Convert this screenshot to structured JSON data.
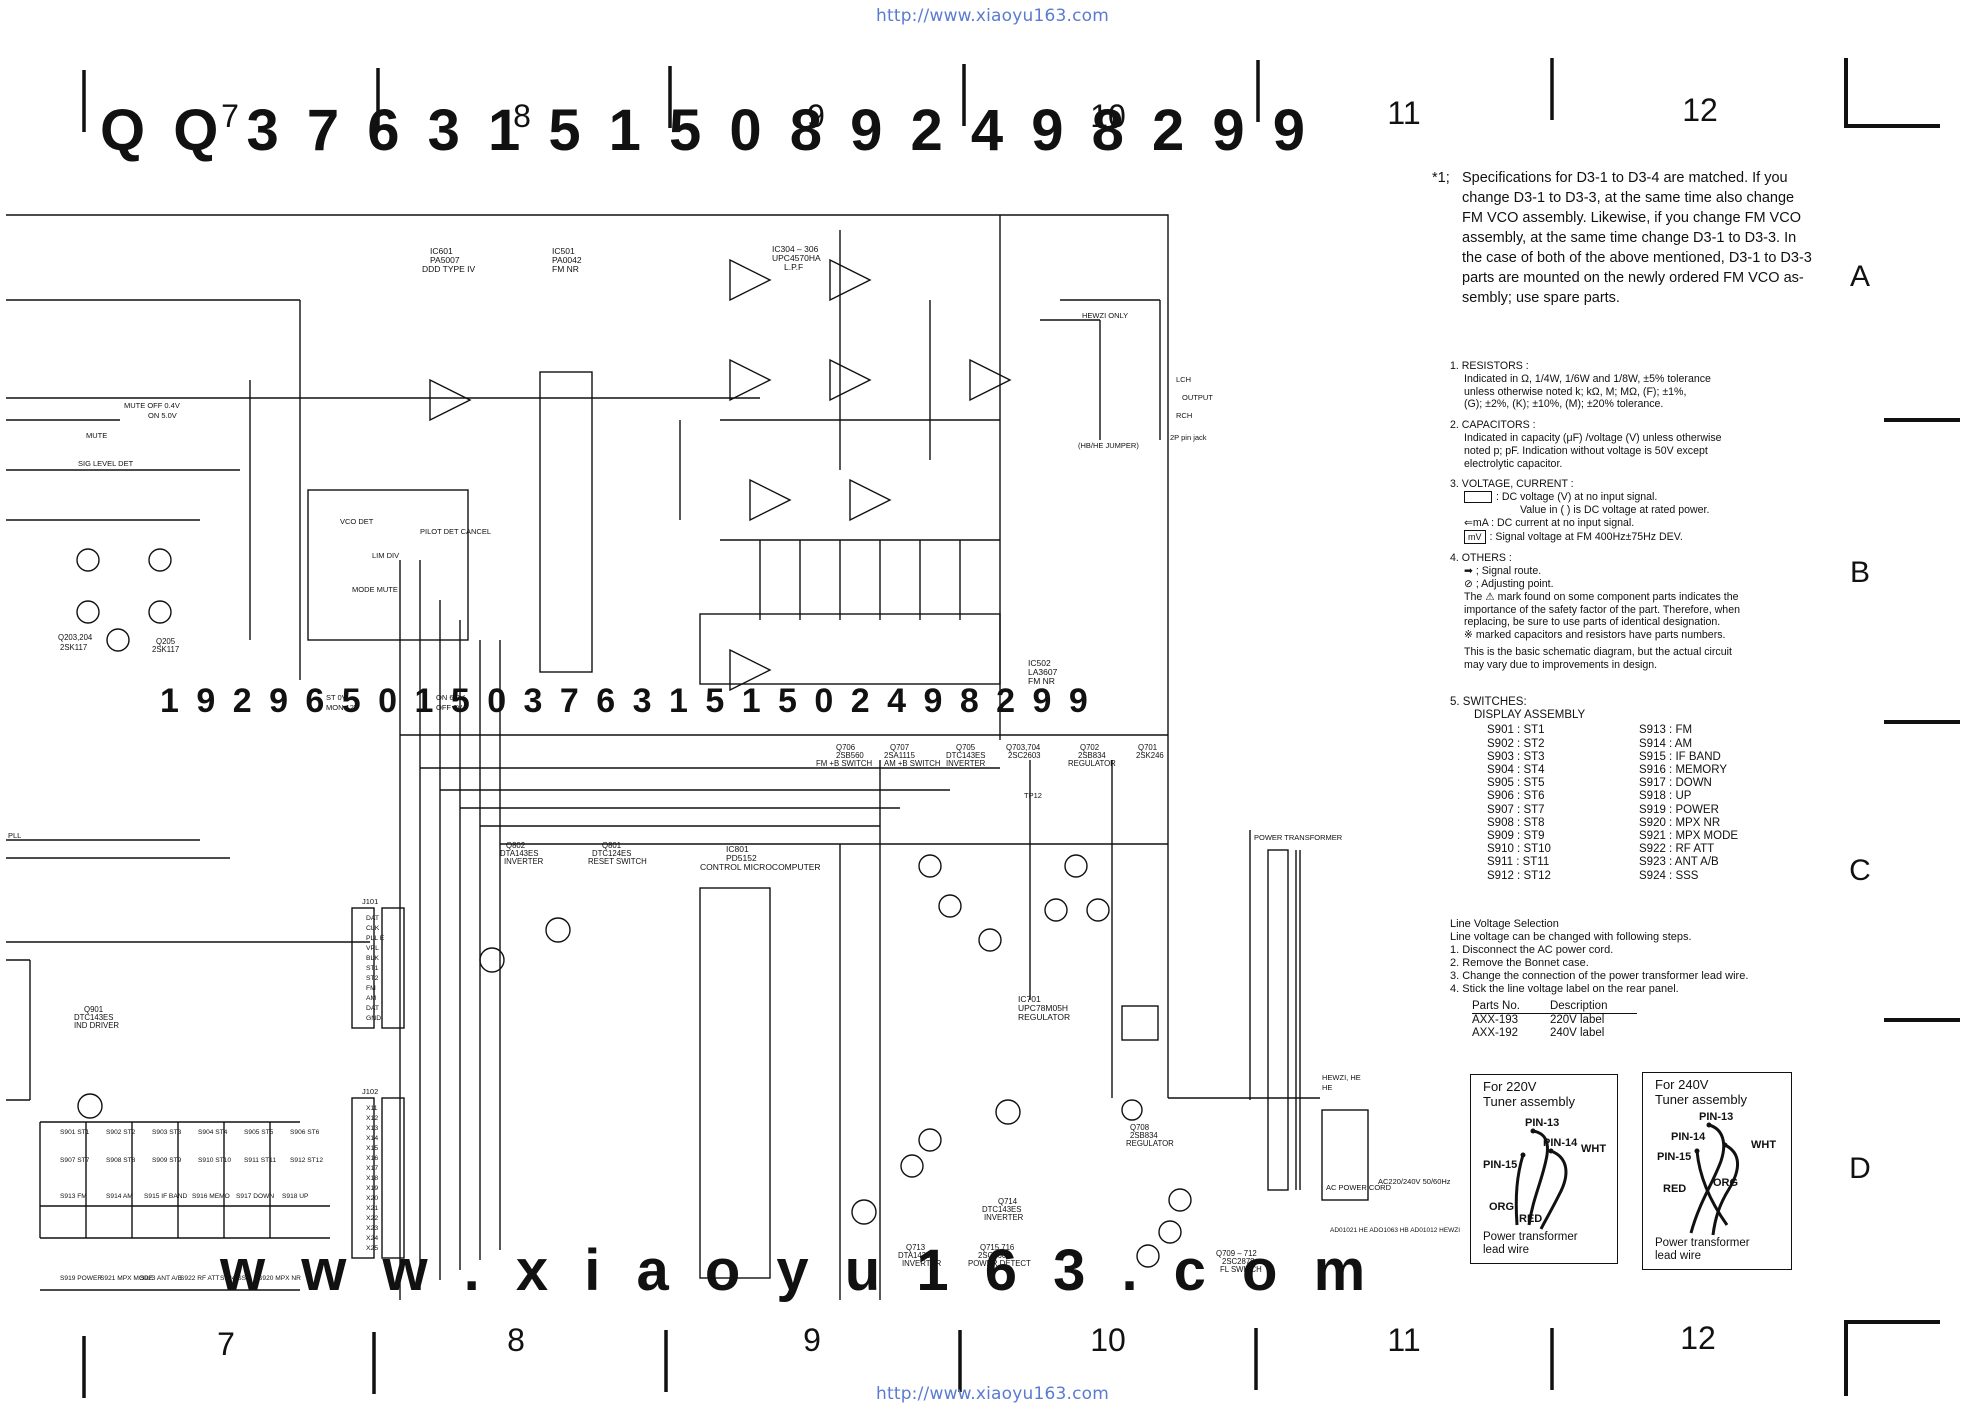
{
  "header": {
    "url_top": "http://www.xiaoyu163.com",
    "url_bottom": "http://www.xiaoyu163.com"
  },
  "grid": {
    "columns": [
      "7",
      "8",
      "9",
      "10",
      "11",
      "12"
    ],
    "rows": [
      "A",
      "B",
      "C",
      "D"
    ]
  },
  "watermark": {
    "top": "Q Q 3 7 6 3 1 5 1 5 0   8 9 2 4 9 8 2 9 9",
    "middle": "1 9 2 9 6 5 0 1 5 0   3 7 6 3 1 5 1 5 0   2 4 9 8 2 9 9",
    "bottom": "w w w . x i a o y u 1 6 3 . c o m"
  },
  "note_d3": {
    "marker": "*1;",
    "lines": [
      "Specifications for D3-1 to D3-4 are matched. If you",
      "change D3-1 to D3-3, at the same time also change",
      "FM VCO assembly. Likewise, if you change FM VCO",
      "assembly, at the same time change D3-1 to D3-3. In",
      "the case of both of the above mentioned, D3-1 to D3-3",
      "parts are mounted on the newly ordered FM VCO as-",
      "sembly; use spare parts."
    ]
  },
  "legend": {
    "resistors_title": "1. RESISTORS :",
    "resistors_lines": [
      "Indicated in Ω, 1/4W, 1/6W and 1/8W, ±5% tolerance",
      "unless otherwise noted k; kΩ, M; MΩ, (F); ±1%,",
      "(G); ±2%, (K); ±10%, (M); ±20% tolerance."
    ],
    "capacitors_title": "2. CAPACITORS :",
    "capacitors_lines": [
      "Indicated in capacity (μF) /voltage (V) unless otherwise",
      "noted p; pF. Indication without voltage is 50V except",
      "electrolytic capacitor."
    ],
    "voltage_title": "3. VOLTAGE, CURRENT :",
    "voltage_lines": [
      ": DC voltage (V) at no input signal.",
      "Value in ( ) is DC voltage at rated power.",
      "⇐mA : DC current at no input signal.",
      "mV",
      ": Signal voltage at FM 400Hz±75Hz DEV."
    ],
    "others_title": "4. OTHERS :",
    "others_lines": [
      "➡ ; Signal route.",
      "⊘ ; Adjusting point.",
      "The ⚠ mark found on some component parts indicates the",
      "importance of the safety factor of the part. Therefore, when",
      "replacing, be sure to use parts of identical designation.",
      "※ marked capacitors and resistors have parts numbers.",
      "This is the basic schematic diagram, but the actual circuit",
      "may vary due to improvements in design."
    ]
  },
  "switches": {
    "title": "5. SWITCHES:",
    "subtitle": "DISPLAY ASSEMBLY",
    "left": [
      "S901 : ST1",
      "S902 : ST2",
      "S903 : ST3",
      "S904 : ST4",
      "S905 : ST5",
      "S906 : ST6",
      "S907 : ST7",
      "S908 : ST8",
      "S909 : ST9",
      "S910 : ST10",
      "S911 : ST11",
      "S912 : ST12"
    ],
    "right": [
      "S913 : FM",
      "S914 : AM",
      "S915 : IF BAND",
      "S916 : MEMORY",
      "S917 : DOWN",
      "S918 : UP",
      "S919 : POWER",
      "S920 : MPX NR",
      "S921 : MPX MODE",
      "S922 : RF ATT",
      "S923 : ANT A/B",
      "S924 : SSS"
    ]
  },
  "line_voltage": {
    "title": "Line Voltage Selection",
    "intro": "Line voltage can be changed with following steps.",
    "steps": [
      "1.  Disconnect the AC power cord.",
      "2.  Remove the Bonnet case.",
      "3.  Change the connection of the power transformer lead wire.",
      "4.  Stick the line voltage label on the rear panel."
    ],
    "table_headers": [
      "Parts No.",
      "Description"
    ],
    "table_rows": [
      [
        "AXX-193",
        "220V label"
      ],
      [
        "AXX-192",
        "240V label"
      ]
    ]
  },
  "tuner_220": {
    "title_1": "For 220V",
    "title_2": "Tuner assembly",
    "pin13": "PIN-13",
    "pin14": "PIN-14",
    "pin15": "PIN-15",
    "wht": "WHT",
    "org": "ORG",
    "red": "RED",
    "footer_1": "Power transformer",
    "footer_2": "lead wire"
  },
  "tuner_240": {
    "title_1": "For 240V",
    "title_2": "Tuner assembly",
    "pin13": "PIN-13",
    "pin14": "PIN-14",
    "pin15": "PIN-15",
    "wht": "WHT",
    "org": "ORG",
    "red": "RED",
    "footer_1": "Power transformer",
    "footer_2": "lead wire"
  },
  "schematic": {
    "ics": [
      {
        "ref": "IC601",
        "part": "PA5007",
        "desc": "DDD TYPE IV"
      },
      {
        "ref": "IC501",
        "part": "PA0042",
        "desc": "FM NR"
      },
      {
        "ref": "IC304 – 306",
        "part": "UPC4570HA",
        "desc": "L.P.F"
      },
      {
        "ref": "IC801",
        "part": "PD5152",
        "desc": "CONTROL MICROCOMPUTER"
      },
      {
        "ref": "IC502",
        "part": "LA3607",
        "desc": "FM NR"
      },
      {
        "ref": "IC701",
        "part": "UPC78M05H",
        "desc": "REGULATOR"
      }
    ],
    "transistors": [
      {
        "ref": "Q706",
        "part": "2SB560",
        "desc": "FM +B SWITCH"
      },
      {
        "ref": "Q707",
        "part": "2SA1115",
        "desc": "AM +B SWITCH"
      },
      {
        "ref": "Q705",
        "part": "DTC143ES",
        "desc": "INVERTER"
      },
      {
        "ref": "Q703,704",
        "part": "2SC2603",
        "desc": "REGULATOR"
      },
      {
        "ref": "Q702",
        "part": "2SB834",
        "desc": ""
      },
      {
        "ref": "Q701",
        "part": "2SK246",
        "desc": ""
      },
      {
        "ref": "Q802",
        "part": "DTA143ES",
        "desc": "INVERTER"
      },
      {
        "ref": "Q801",
        "part": "DTC124ES",
        "desc": "RESET SWITCH"
      },
      {
        "ref": "Q901",
        "part": "DTC143ES",
        "desc": "IND DRIVER"
      },
      {
        "ref": "Q203,204",
        "part": "2SK117",
        "desc": ""
      },
      {
        "ref": "Q205",
        "part": "2SK117",
        "desc": ""
      },
      {
        "ref": "Q713",
        "part": "DTA143ES",
        "desc": "INVERTER"
      },
      {
        "ref": "Q715,716",
        "part": "2SC2603",
        "desc": "POWER DETECT"
      },
      {
        "ref": "Q714",
        "part": "DTC143ES",
        "desc": "INVERTER"
      },
      {
        "ref": "Q708",
        "part": "2SB834",
        "desc": "REGULATOR"
      },
      {
        "ref": "Q709 – 712",
        "part": "2SC2878",
        "desc": "FL SWITCH"
      }
    ],
    "labels": {
      "hewzi_only": "HEWZI ONLY",
      "hewzi_jumper": "(HB/HE JUMPER)",
      "output": "OUTPUT",
      "pin_jack": "2P pin jack",
      "lch": "LCH",
      "rch": "RCH",
      "power_transformer": "POWER TRANSFORMER",
      "ac_cord": "AC POWER CORD",
      "ac_spec": "AC220/240V 50/60Hz",
      "hewzi_he": "HEWZI, HE",
      "he": "HE",
      "j101": "J101",
      "j102": "J102",
      "st_ov": "ST  0V",
      "mon_12v": "MON  12V",
      "on_6v": "ON  6.0V",
      "off_0v": "OFF  0V",
      "mute_off": "MUTE OFF  0.4V",
      "mute_on": "ON  5.0V",
      "sig_level": "SIG LEVEL DET",
      "mute": "MUTE",
      "mode": "MODE MUTE",
      "vco_det": "VCO DET",
      "pilot_det": "PILOT DET CANCEL",
      "lim_div": "LIM DIV",
      "pll": "PLL",
      "tp_label": "TP12",
      "adj_note": "AD01021  HE   ADO1063  HB   AD01012  HEWZI"
    },
    "bus_pins": [
      "DAT",
      "CLK",
      "PLL E",
      "VPL",
      "BLK",
      "ST1",
      "ST2",
      "FM",
      "AM",
      "DAT",
      "GND",
      "X11",
      "X12",
      "X13",
      "X14",
      "X15",
      "X16",
      "X17",
      "X18",
      "X19",
      "X20",
      "X21",
      "X22",
      "X23",
      "X24",
      "X25"
    ],
    "keyboard_row1": [
      "S901 ST1",
      "S902 ST2",
      "S903 ST3",
      "S904 ST4",
      "S905 ST5",
      "S906 ST6"
    ],
    "keyboard_row2": [
      "S907 ST7",
      "S908 ST8",
      "S909 ST9",
      "S910 ST10",
      "S911 ST11",
      "S912 ST12"
    ],
    "keyboard_row3": [
      "S913 FM",
      "S914 AM",
      "S915 IF BAND",
      "S916 MEMO",
      "S917 DOWN",
      "S918 UP"
    ],
    "keyboard_row4": [
      "S919 POWER",
      "S921 MPX MODE",
      "S923 ANT A/B",
      "S922 RF ATT",
      "S924 SSS",
      "S920 MPX NR"
    ]
  }
}
